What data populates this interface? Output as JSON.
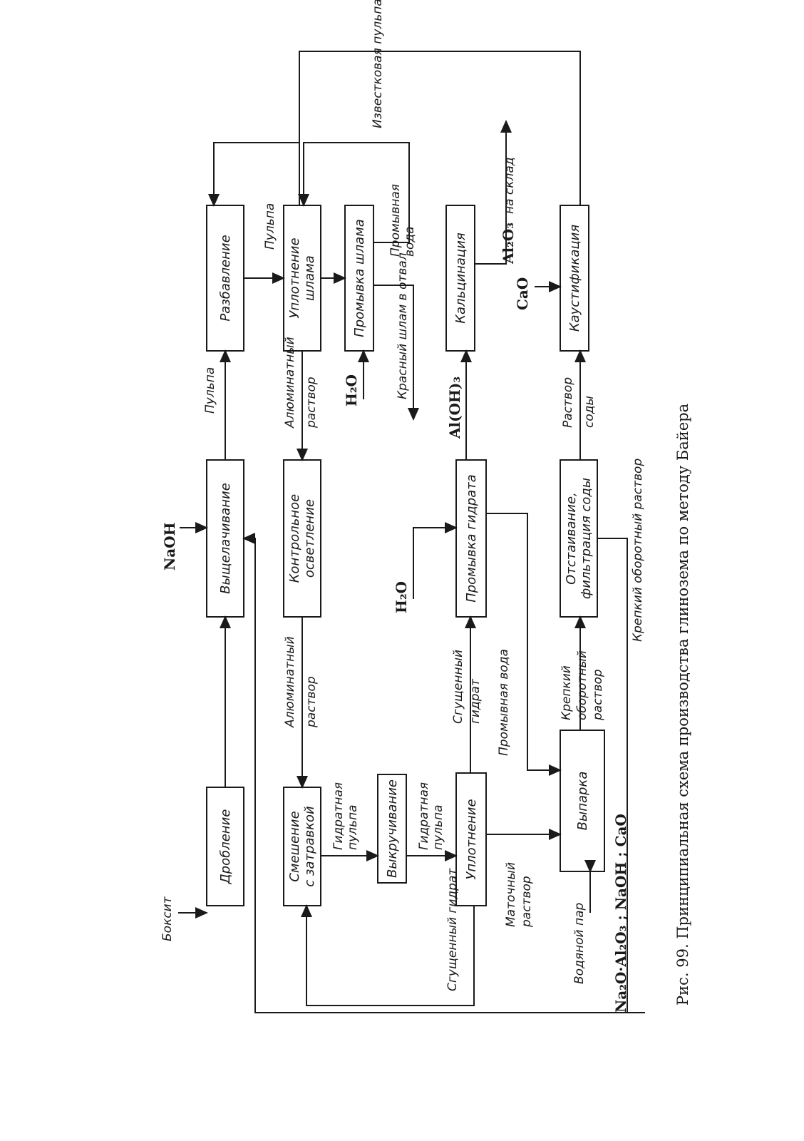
{
  "caption": "Рис. 99. Принципиальная схема производства глинозема по методу Байера",
  "boxes": {
    "razbavlenie": "Разбавление",
    "uplotnenie_shlama": [
      "Уплотнение",
      "шлама"
    ],
    "promyvka_shlama": "Промывка шлама",
    "kalcinaciya": "Кальцинация",
    "kaustifikaciya": "Каустификация",
    "vyshchelachivanie": "Выщелачивание",
    "kontrolnoe_osvetlenie": [
      "Контрольное",
      "осветление"
    ],
    "promyvka_gidrata": "Промывка гидрата",
    "otstaivanie": [
      "Отстаивание,",
      "фильтрация соды"
    ],
    "droblenie": "Дробление",
    "smeshenie": [
      "Смешение",
      "с затравкой"
    ],
    "vykruchivanie": "Выкручивание",
    "uplotnenie": "Уплотнение",
    "vyparka": "Выпарка"
  },
  "labels": {
    "izvestkovaya_pulpa": "Известковая пульпа",
    "pulpa_1": "Пульпа",
    "pulpa_2": "Пульпа",
    "promyvnaya_voda_1": [
      "Промывная",
      "вода"
    ],
    "al2o3_na_sklad": "на склад",
    "krasnyi_shlam": "Красный шлам в отвал",
    "aluminatnyi_rastvor_1": [
      "Алюминатный",
      "раствор"
    ],
    "aluminatnyi_rastvor_2": [
      "Алюминатный",
      "раствор"
    ],
    "rastvor_sody": [
      "Раствор",
      "соды"
    ],
    "krepkii_oborotnyi": "Крепкий оборотный раствор",
    "sgushchennyi_gidrat_1": [
      "Сгущенный",
      "гидрат"
    ],
    "sgushchennyi_gidrat_2": "Сгущенный гидрат",
    "promyvnaya_voda_2": "Промывная вода",
    "krepkii_oborotnyi_2": [
      "Крепкий",
      "оборотный",
      "раствор"
    ],
    "gidratnaya_pulpa_1": [
      "Гидратная",
      "пульпа"
    ],
    "gidratnaya_pulpa_2": [
      "Гидратная",
      "пульпа"
    ],
    "matochnyi_rastvor": [
      "Маточный",
      "раствор"
    ],
    "vodyanoi_par": "Водяной пар",
    "boksit": "Боксит"
  },
  "chem": {
    "naoh": "NaOH",
    "h2o_1": "H₂O",
    "h2o_2": "H₂O",
    "al_oh_3": "Al(OH)₃",
    "al2o3": "Al₂O₃",
    "cao": "CaO",
    "reagents": "Na₂O·Al₂O₃ ; NaOH ; CaO"
  }
}
